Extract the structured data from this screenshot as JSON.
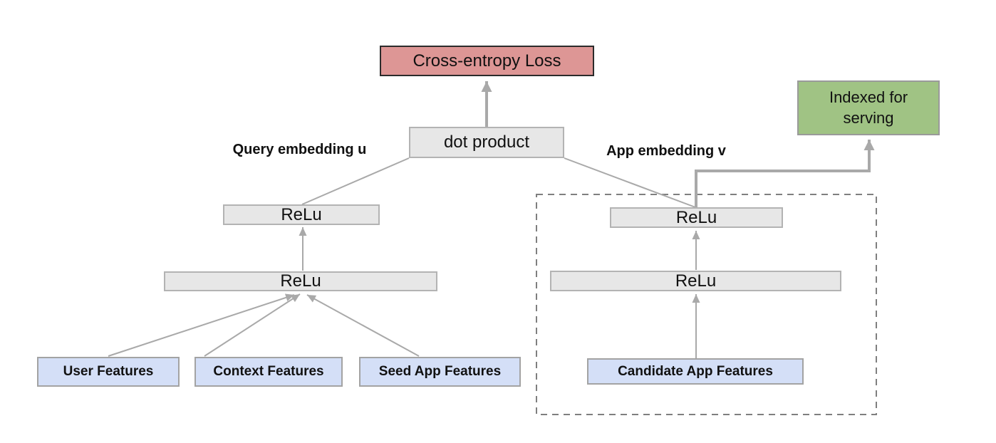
{
  "palette": {
    "loss_bg": "#DD9695",
    "indexed_bg": "#A0C384",
    "feature_bg": "#D4DFF7",
    "hidden_layer_bg": "#E7E7E7",
    "edge_gray": "#A9A9A9"
  },
  "nodes": {
    "loss": "Cross-entropy Loss",
    "dot_product": "dot product",
    "indexed_for_serving": "Indexed for serving",
    "query_embedding_label": "Query embedding u",
    "app_embedding_label": "App embedding v",
    "query_relu_top": "ReLu",
    "query_relu_bottom": "ReLu",
    "app_relu_top": "ReLu",
    "app_relu_bottom": "ReLu",
    "candidate_features": "Candidate App Features"
  },
  "query_inputs": [
    {
      "label": "User Features"
    },
    {
      "label": "Context Features"
    },
    {
      "label": "Seed App Features"
    }
  ]
}
